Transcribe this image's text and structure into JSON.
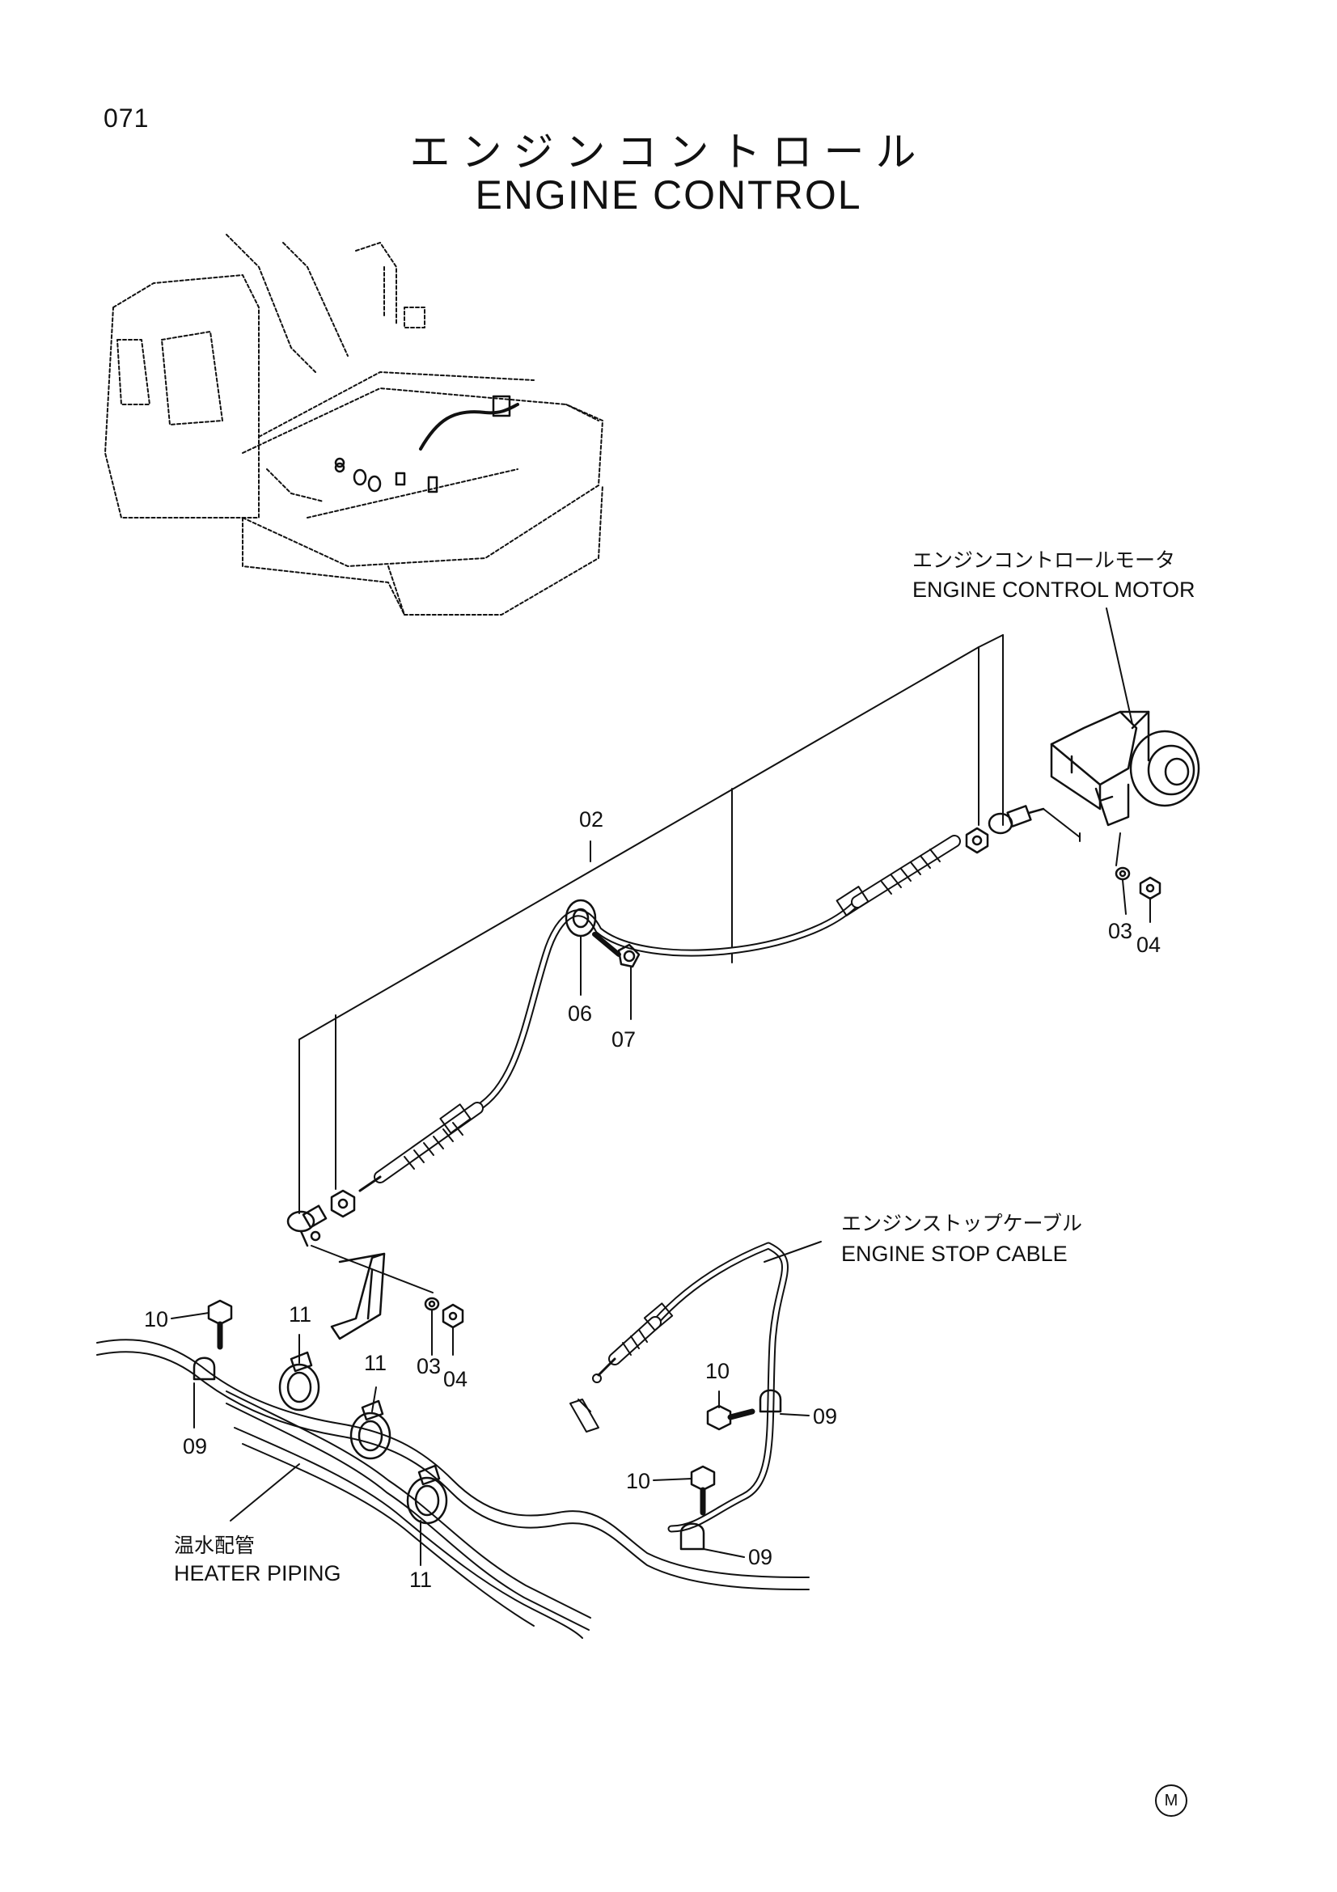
{
  "page_number": "071",
  "title": {
    "ja": "エンジンコントロール",
    "en": "ENGINE CONTROL"
  },
  "labels": {
    "engine_control_motor": {
      "ja": "エンジンコントロールモータ",
      "en": "ENGINE CONTROL MOTOR"
    },
    "engine_stop_cable": {
      "ja": "エンジンストップケーブル",
      "en": "ENGINE STOP CABLE"
    },
    "heater_piping": {
      "ja": "温水配管",
      "en": "HEATER PIPING"
    }
  },
  "callouts": {
    "c02": "02",
    "c03a": "03",
    "c04a": "04",
    "c06": "06",
    "c07": "07",
    "c03b": "03",
    "c04b": "04",
    "c10a": "10",
    "c11a": "11",
    "c11b": "11",
    "c09a": "09",
    "c10b": "10",
    "c09b": "09",
    "c10c": "10",
    "c09c": "09",
    "c11c": "11"
  },
  "corner_mark": "M"
}
